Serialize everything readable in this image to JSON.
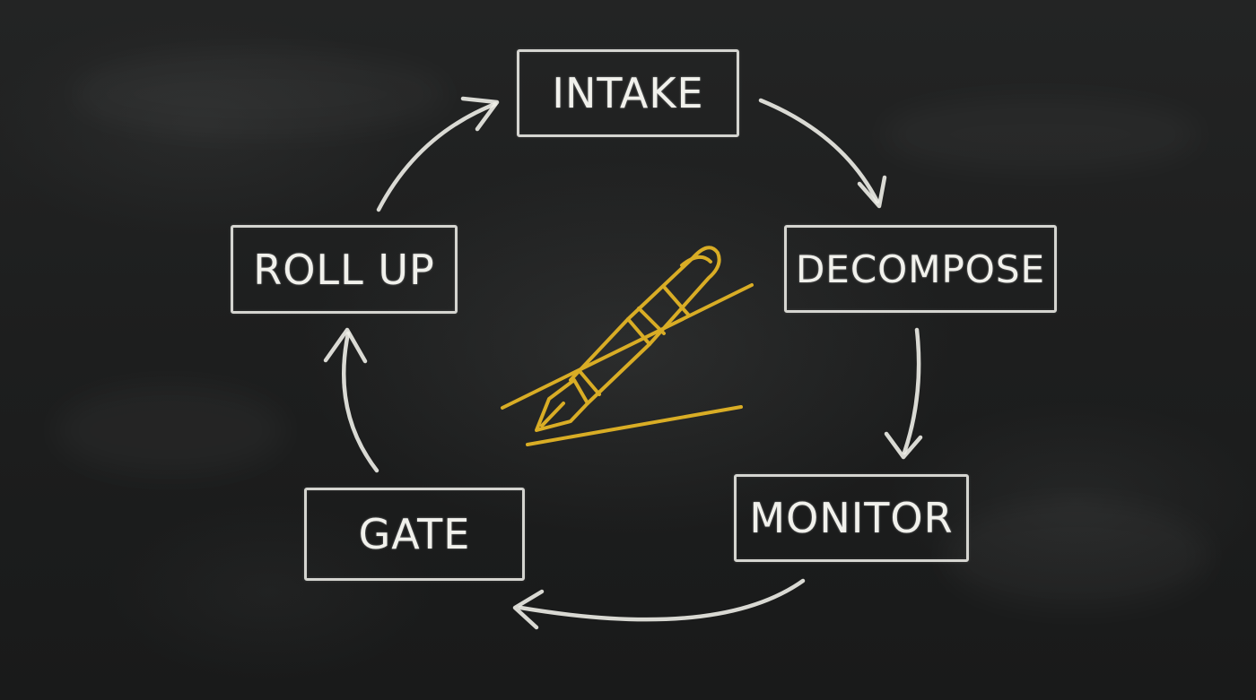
{
  "diagram": {
    "nodes": {
      "intake": "INTAKE",
      "decompose": "DECOMPOSE",
      "monitor": "MONITOR",
      "gate": "GATE",
      "roll_up": "ROLL UP"
    },
    "flow": [
      "INTAKE",
      "DECOMPOSE",
      "MONITOR",
      "GATE",
      "ROLL UP",
      "INTAKE"
    ],
    "center_icon": "fountain-pen-icon",
    "colors": {
      "background": "#1d1e1e",
      "chalk": "#f1f1ec",
      "accent": "#d9ad25"
    }
  }
}
